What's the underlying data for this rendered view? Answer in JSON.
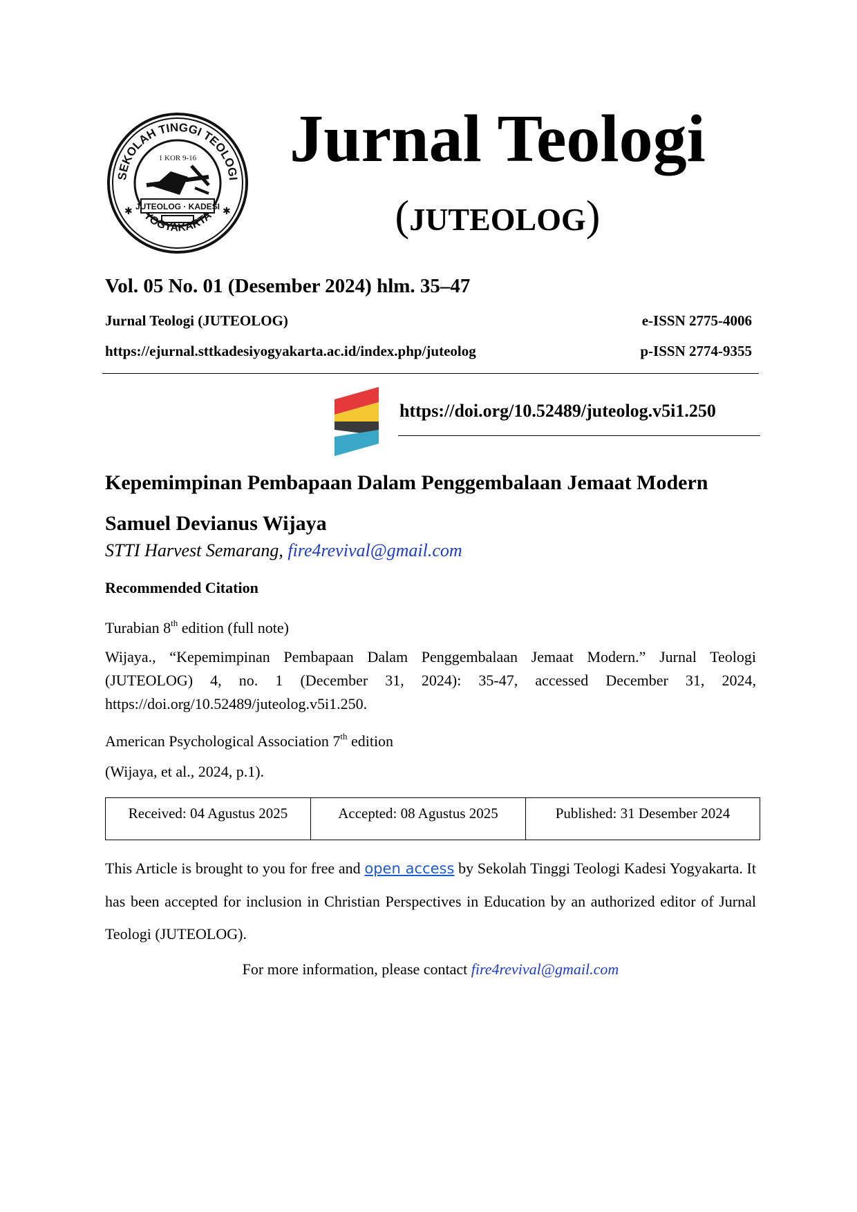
{
  "header": {
    "logo_texts": [
      "SEKOLAH TINGGI TEOLOGI",
      "1 KOR 9-16",
      "JUTEOLOG · KADESI",
      "YOGYAKARTA"
    ],
    "journal_title": "Jurnal Teologi",
    "abbr_open": "(",
    "abbr": "JUTEOLOG",
    "abbr_close": ")"
  },
  "issue": {
    "volume_line": "Vol. 05 No. 01 (Desember 2024) hlm. 35–47",
    "journal_name": "Jurnal Teologi  (JUTEOLOG)",
    "url": "https://ejurnal.sttkadesiyogyakarta.ac.id/index.php/juteolog",
    "eissn": "e-ISSN 2775-4006",
    "pissn": "p-ISSN 2774-9355",
    "doi": "https://doi.org/10.52489/juteolog.v5i1.250"
  },
  "article": {
    "title": "Kepemimpinan Pembapaan Dalam Penggembalaan Jemaat Modern",
    "author": "Samuel Devianus Wijaya",
    "affiliation": "STTI Harvest Semarang, ",
    "email": "fire4revival@gmail.com"
  },
  "citation": {
    "heading": "Recommended Citation",
    "turabian_pre": "Turabian 8",
    "turabian_sup": "th",
    "turabian_post": " edition (full note)",
    "turabian_text": "Wijaya., “Kepemimpinan Pembapaan Dalam Penggembalaan Jemaat Modern.” Jurnal  Teologi (JUTEOLOG) 4, no. 1  (December  31,  2024): 35-47,  accessed  December  31,  2024, https://doi.org/10.52489/juteolog.v5i1.250.",
    "apa_pre": "American Psychological Association 7",
    "apa_sup": "th",
    "apa_post": " edition",
    "apa_text": "(Wijaya, et al., 2024, p.1)."
  },
  "dates": {
    "received": "Received: 04 Agustus 2025",
    "accepted": "Accepted: 08 Agustus 2025",
    "published": "Published: 31 Desember 2024"
  },
  "access": {
    "text_pre": "This Article is brought to you for free and ",
    "link": "open access",
    "text_post": " by Sekolah Tinggi Teologi Kadesi Yogyakarta. It has been accepted for inclusion in Christian Perspectives in  Education by an authorized editor of Jurnal Teologi  (JUTEOLOG).",
    "contact_pre": "For more information, please contact ",
    "contact_email": "fire4revival@gmail.com"
  },
  "colors": {
    "link": "#1c3bd4",
    "crossref_red": "#e63a3a",
    "crossref_yellow": "#f2c21b",
    "crossref_dark": "#3a3a3a",
    "crossref_blue": "#3aa7c9"
  }
}
